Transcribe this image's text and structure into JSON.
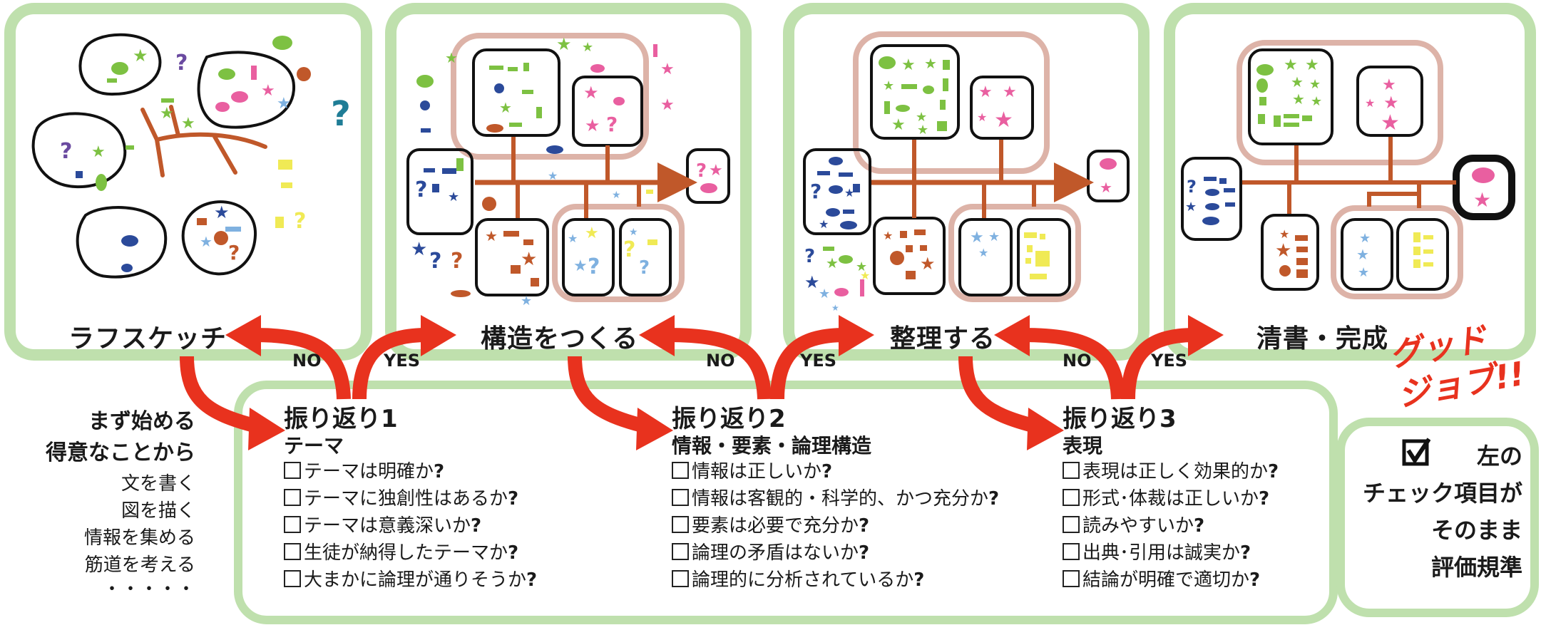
{
  "stages": [
    {
      "label": "ラフスケッチ"
    },
    {
      "label": "構造をつくる"
    },
    {
      "label": "整理する"
    },
    {
      "label": "清書・完成"
    }
  ],
  "arrow_labels": {
    "no": "NO",
    "yes": "YES"
  },
  "start": {
    "bold_lines": [
      "まず始める",
      "得意なことから"
    ],
    "items": [
      "文を書く",
      "図を描く",
      "情報を集める",
      "筋道を考える",
      "・・・・・"
    ]
  },
  "reviews": [
    {
      "title": "振り返り1",
      "subtitle": "テーマ",
      "checks": [
        "テーマは明確か",
        "テーマに独創性はあるか",
        "テーマは意義深いか",
        "生徒が納得したテーマか",
        "大まかに論理が通りそうか"
      ]
    },
    {
      "title": "振り返り2",
      "subtitle": "情報・要素・論理構造",
      "checks": [
        "情報は正しいか",
        "情報は客観的・科学的、かつ充分か",
        "要素は必要で充分か",
        "論理の矛盾はないか",
        "論理的に分析されているか"
      ]
    },
    {
      "title": "振り返り3",
      "subtitle": "表現",
      "checks": [
        "表現は正しく効果的か",
        "形式･体裁は正しいか",
        "読みやすいか",
        "出典･引用は誠実か",
        "結論が明確で適切か"
      ]
    }
  ],
  "check_mark": "?",
  "evaluation": {
    "lines": [
      "左の",
      "チェック項目が",
      "そのまま",
      "評価規準"
    ],
    "check_icon": "checkbox-icon"
  },
  "good_job": {
    "line1": "グッド",
    "line2": "ジョブ!!"
  },
  "colors": {
    "frame_green": "#bfe0ad",
    "arrow_red": "#e8321e",
    "structure_brown": "#c0582a",
    "group_pink": "#ddb3a8",
    "pink": "#e95fa0",
    "green": "#7dc142",
    "navy": "#2b4a9a",
    "sky": "#7fb1e0",
    "yellow": "#f0ea55",
    "teal": "#1f7d96"
  }
}
